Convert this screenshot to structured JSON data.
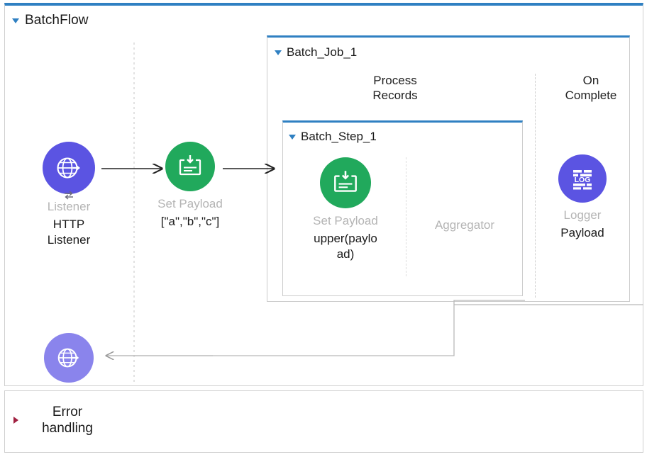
{
  "flow": {
    "title": "BatchFlow",
    "toggle_icon": "triangle-down-icon"
  },
  "batch_job": {
    "title": "Batch_Job_1",
    "toggle_icon": "triangle-down-icon",
    "lanes": {
      "process_records": "Process\nRecords",
      "process_records_line1": "Process",
      "process_records_line2": "Records",
      "on_complete_line1": "On",
      "on_complete_line2": "Complete"
    }
  },
  "batch_step": {
    "title": "Batch_Step_1",
    "toggle_icon": "triangle-down-icon"
  },
  "nodes": {
    "http_listener": {
      "component": "Listener",
      "label_line1": "HTTP",
      "label_line2": "Listener",
      "icon": "globe-arrow-icon",
      "badge_icon": "exchange-icon",
      "color": "#5b54e2"
    },
    "set_payload_main": {
      "component": "Set Payload",
      "value": "[\"a\",\"b\",\"c\"]",
      "icon": "set-payload-icon",
      "color": "#21a95c"
    },
    "set_payload_inner": {
      "component": "Set Payload",
      "value_line1": "upper(paylo",
      "value_line2": "ad)",
      "icon": "set-payload-icon",
      "color": "#21a95c"
    },
    "aggregator": {
      "component": "Aggregator"
    },
    "logger": {
      "component": "Logger",
      "value": "Payload",
      "icon": "log-icon",
      "icon_text": "LOG",
      "color": "#5b54e2"
    },
    "response": {
      "icon": "globe-arrow-icon",
      "color": "#8a84ec"
    }
  },
  "error_handling": {
    "label_line1": "Error",
    "label_line2": "handling",
    "toggle_icon": "triangle-right-icon"
  },
  "colors": {
    "header_accent": "#2f80c2",
    "indigo": "#5b54e2",
    "indigo_light": "#8a84ec",
    "green": "#21a95c",
    "muted_text": "#b4b4b4",
    "error_triangle": "#a02040"
  }
}
